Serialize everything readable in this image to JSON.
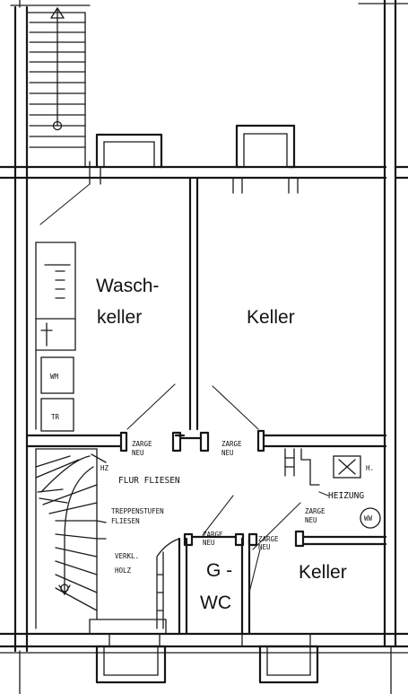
{
  "rooms": {
    "waschkeller_line1": "Wasch-",
    "waschkeller_line2": "keller",
    "keller_main": "Keller",
    "gwc_line1": "G -",
    "gwc_line2": "WC",
    "keller_small": "Keller"
  },
  "annotations": {
    "zarge_neu_1_a": "ZARGE",
    "zarge_neu_1_b": "NEU",
    "zarge_neu_2_a": "ZARGE",
    "zarge_neu_2_b": "NEU",
    "zarge_neu_3_a": "ZARGE",
    "zarge_neu_3_b": "NEU",
    "zarge_neu_4_a": "ZARGE",
    "zarge_neu_4_b": "NEU",
    "zarge_neu_5_a": "ZARGE",
    "zarge_neu_5_b": "NEU",
    "flur_fliesen": "FLUR  FLIESEN",
    "treppenstufen_a": "TREPPENSTUFEN",
    "treppenstufen_b": "FLIESEN",
    "verkl_holz_a": "VERKL.",
    "verkl_holz_b": "HOLZ",
    "heizung": "HEIZUNG",
    "wm": "WM",
    "tr": "TR",
    "ww": "WW",
    "h": "H.",
    "hz": "HZ"
  }
}
